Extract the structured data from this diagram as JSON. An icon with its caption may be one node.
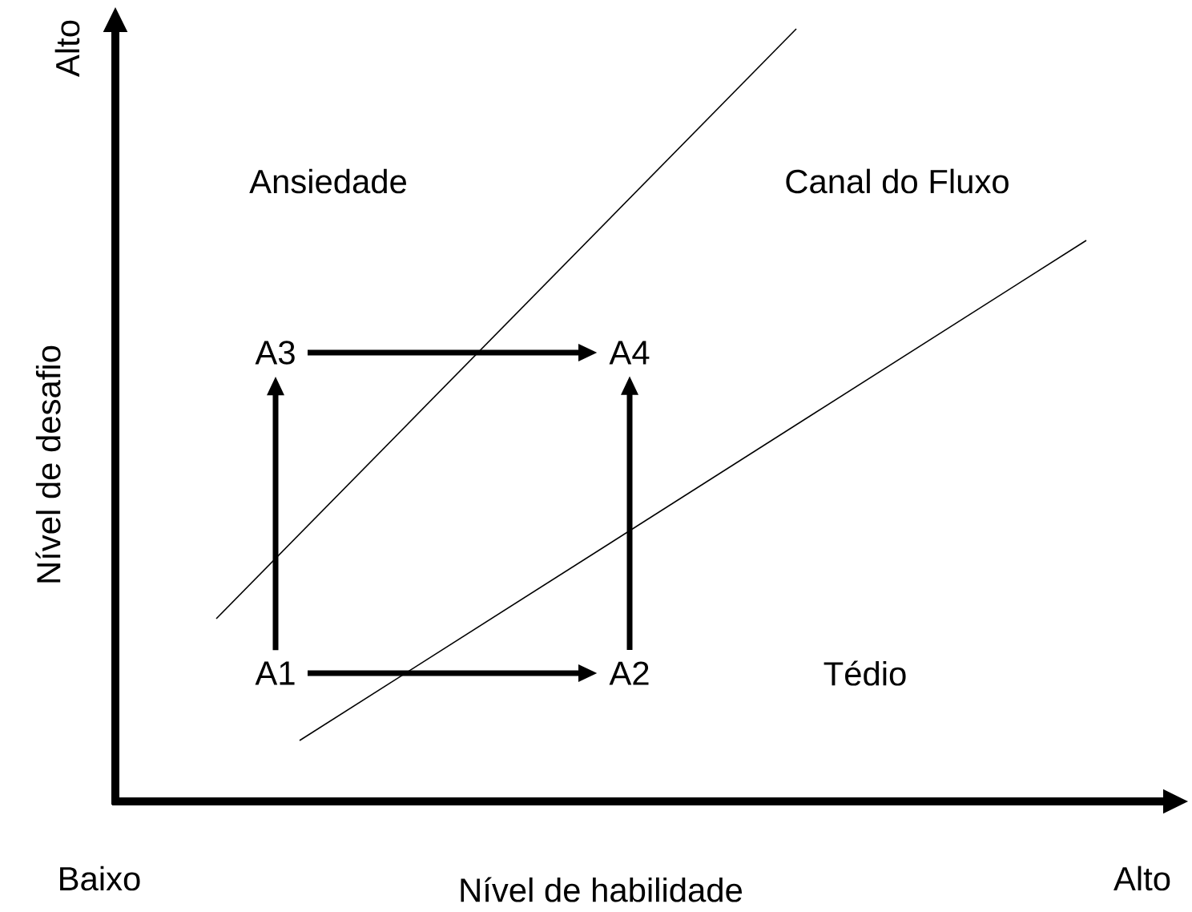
{
  "diagram": {
    "nodes": [
      {
        "text": [
          "A1"
        ]
      },
      {
        "text": [
          "A2"
        ]
      },
      {
        "text": [
          "A3"
        ]
      },
      {
        "text": [
          "A4"
        ]
      }
    ],
    "edges": [
      {
        "from": 0,
        "to": 1,
        "arrow": "to"
      },
      {
        "from": 0,
        "to": 2,
        "arrow": "to"
      },
      {
        "from": 1,
        "to": 3,
        "arrow": "to"
      },
      {
        "from": 2,
        "to": 3,
        "arrow": "to"
      }
    ],
    "labels": [
      "Alto",
      "Ansiedade",
      "Canal do Fluxo",
      "Nível de desafio",
      "Tédio",
      "Baixo",
      "Nível de habilidade",
      "Alto"
    ]
  }
}
